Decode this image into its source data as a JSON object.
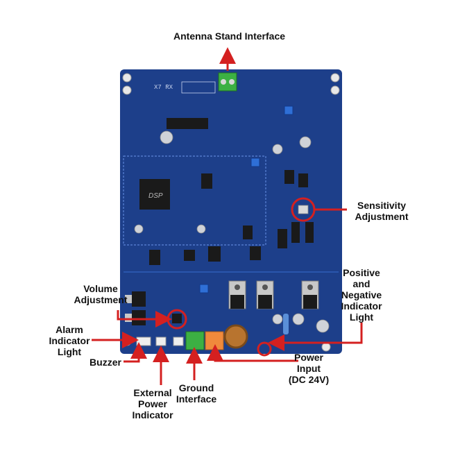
{
  "colors": {
    "pcb": "#1d3f8a",
    "pcb_dark": "#15306e",
    "trace": "#2a56ad",
    "arrow": "#d42020",
    "circle": "#d42020",
    "terminal_green": "#3cb043",
    "terminal_orange": "#f08a3c",
    "pot_blue": "#2f6fd6",
    "chip": "#1a1a1a"
  },
  "board": {
    "silkscreen_title": "X7 RX",
    "chip_logo": "DSP"
  },
  "labels": {
    "antenna": [
      "Antenna Stand Interface"
    ],
    "sensitivity": [
      "Sensitivity",
      "Adjustment"
    ],
    "positive_negative": [
      "Positive",
      "and",
      "Negative",
      "Indicator",
      "Light"
    ],
    "volume": [
      "Volume",
      "Adjustment"
    ],
    "alarm": [
      "Alarm",
      "Indicator",
      "Light"
    ],
    "buzzer": [
      "Buzzer"
    ],
    "external_power": [
      "External",
      "Power",
      "Indicator"
    ],
    "ground": [
      "Ground",
      "Interface"
    ],
    "power_input": [
      "Power",
      "Input",
      "(DC 24V)"
    ]
  }
}
